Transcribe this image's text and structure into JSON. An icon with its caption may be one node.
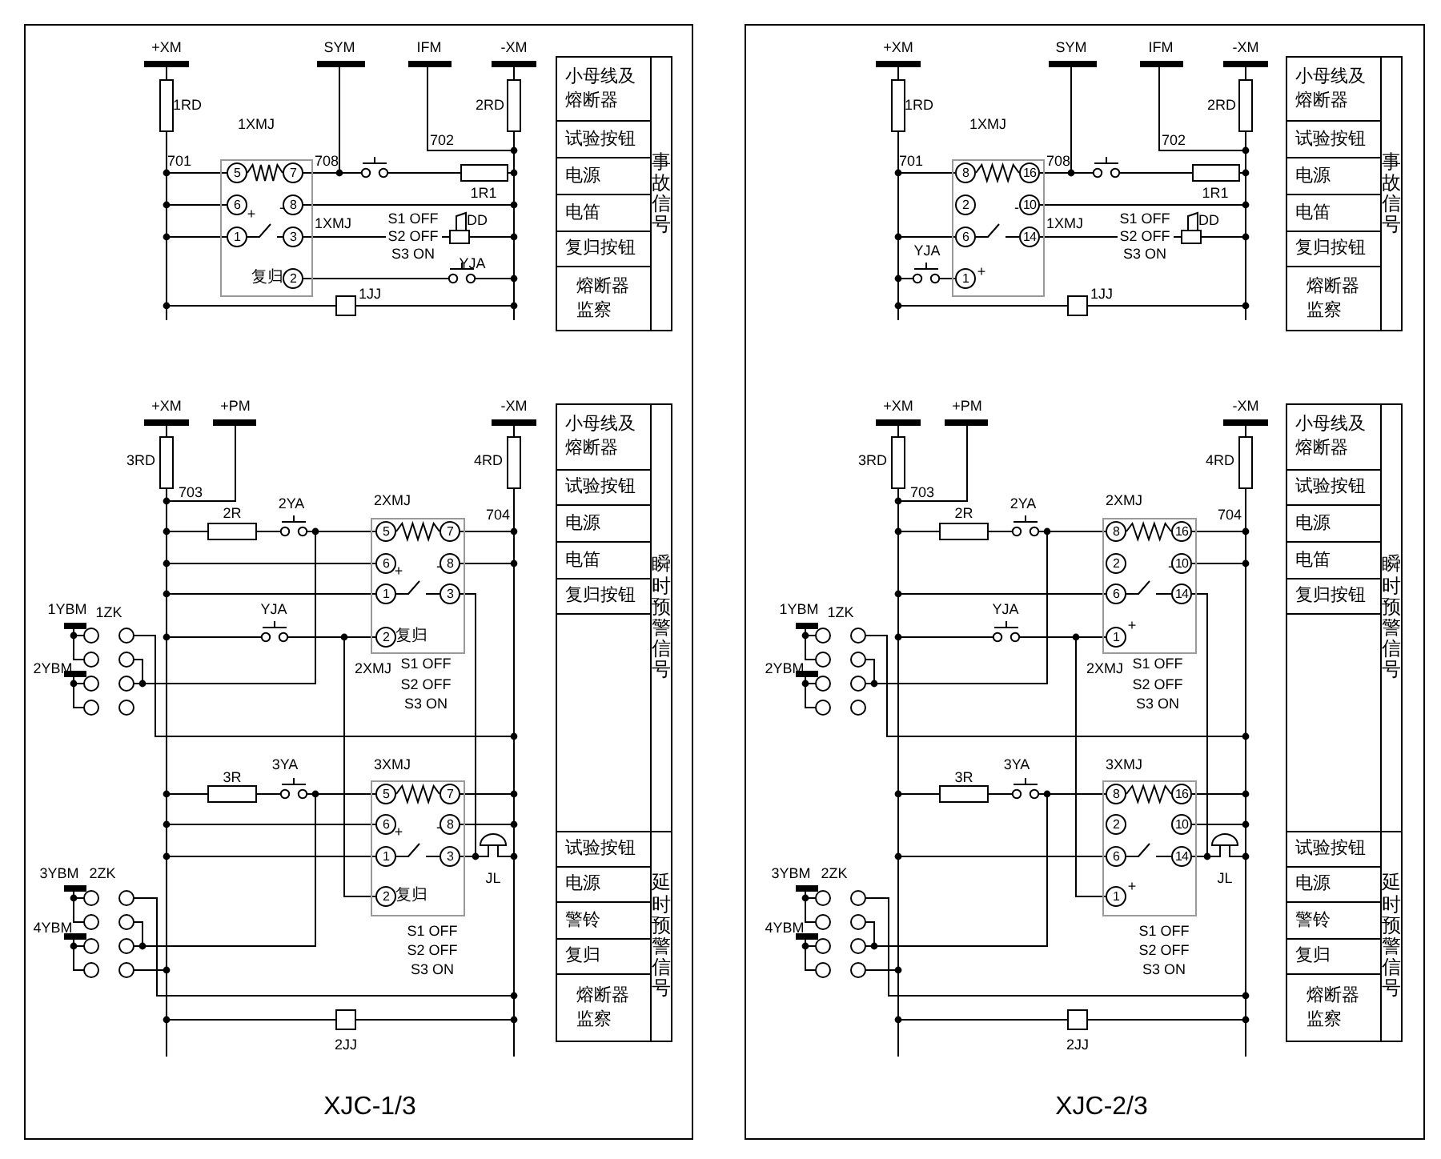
{
  "diagram": {
    "nodes": [
      {
        "text": [
          "XJC-1/3"
        ]
      },
      {
        "text": [
          "小母线及熔断器"
        ],
        "in": 0
      },
      {
        "text": [
          "试验按钮"
        ],
        "in": 0
      },
      {
        "text": [
          "电源"
        ],
        "in": 0
      },
      {
        "text": [
          "电笛"
        ],
        "in": 0
      },
      {
        "text": [
          "复归按钮"
        ],
        "in": 0
      },
      {
        "text": [
          "熔断器监察"
        ],
        "in": 0
      },
      {
        "text": [
          "事故信号"
        ],
        "in": 0
      },
      {
        "text": [
          "小母线及熔断器"
        ],
        "in": 0
      },
      {
        "text": [
          "试验按钮"
        ],
        "in": 0
      },
      {
        "text": [
          "电源"
        ],
        "in": 0
      },
      {
        "text": [
          "电笛"
        ],
        "in": 0
      },
      {
        "text": [
          "复归按钮"
        ],
        "in": 0
      },
      {
        "text": [],
        "shape": "box",
        "in": 0
      },
      {
        "text": [
          "瞬时预警信号"
        ],
        "in": 0
      },
      {
        "text": [
          "试验按钮"
        ],
        "in": 0
      },
      {
        "text": [
          "电源"
        ],
        "in": 0
      },
      {
        "text": [
          "警铃"
        ],
        "in": 0
      },
      {
        "text": [
          "复归"
        ],
        "in": 0
      },
      {
        "text": [
          "熔断器监察"
        ],
        "in": 0
      },
      {
        "text": [
          "延时预警信号"
        ],
        "in": 0
      },
      {
        "text": [
          "XJC-2/3"
        ]
      },
      {
        "text": [
          "小母线及熔断器"
        ],
        "in": 21
      },
      {
        "text": [
          "试验按钮"
        ],
        "in": 21
      },
      {
        "text": [
          "电源"
        ],
        "in": 21
      },
      {
        "text": [
          "电笛"
        ],
        "in": 21
      },
      {
        "text": [
          "复归按钮"
        ],
        "in": 21
      },
      {
        "text": [
          "熔断器监察"
        ],
        "in": 21
      },
      {
        "text": [
          "事故信号"
        ],
        "in": 21
      },
      {
        "text": [
          "小母线及熔断器"
        ],
        "in": 21
      },
      {
        "text": [
          "试验按钮"
        ],
        "in": 21
      },
      {
        "text": [
          "电源"
        ],
        "in": 21
      },
      {
        "text": [
          "电笛"
        ],
        "in": 21
      },
      {
        "text": [
          "复归按钮"
        ],
        "in": 21
      },
      {
        "text": [],
        "shape": "box",
        "in": 21
      },
      {
        "text": [
          "瞬时预警信号"
        ],
        "in": 21
      },
      {
        "text": [
          "试验按钮"
        ],
        "in": 21
      },
      {
        "text": [
          "电源"
        ],
        "in": 21
      },
      {
        "text": [
          "警铃"
        ],
        "in": 21
      },
      {
        "text": [
          "复归"
        ],
        "in": 21
      },
      {
        "text": [
          "熔断器监察"
        ],
        "in": 21
      },
      {
        "text": [
          "延时预警信号"
        ],
        "in": 21
      }
    ],
    "labels": [
      "+XM",
      "SYM",
      "IFM",
      "-XM",
      "1RD",
      "2RD",
      "1XMJ",
      "702",
      "701",
      "5",
      "7",
      "708",
      "1R1",
      "6",
      "+",
      "-",
      "8",
      "1",
      "3",
      "1XMJ",
      "S1 OFF",
      "S2 OFF",
      "S3 ON",
      "DD",
      "YJA",
      "复归",
      "2",
      "1JJ",
      "+XM",
      "+PM",
      "-XM",
      "3RD",
      "4RD",
      "703",
      "2YA",
      "2XMJ",
      "2R",
      "704",
      "5",
      "7",
      "6",
      "+",
      "-",
      "8",
      "1",
      "3",
      "1YBM",
      "1ZK",
      "YJA",
      "2",
      "复归",
      "2YBM",
      "2XMJ",
      "S1 OFF",
      "S2 OFF",
      "S3 ON",
      "3YA",
      "3XMJ",
      "3R",
      "5",
      "7",
      "6",
      "+",
      "-",
      "8",
      "1",
      "3",
      "3YBM",
      "2ZK",
      "JL",
      "2",
      "复归",
      "4YBM",
      "S1 OFF",
      "S2 OFF",
      "S3 ON",
      "2JJ",
      "+XM",
      "SYM",
      "IFM",
      "-XM",
      "1RD",
      "2RD",
      "1XMJ",
      "702",
      "701",
      "8",
      "16",
      "708",
      "1R1",
      "2",
      "-",
      "10",
      "6",
      "14",
      "1XMJ",
      "S1 OFF",
      "S2 OFF",
      "S3 ON",
      "DD",
      "YJA",
      "1",
      "+",
      "1JJ",
      "+XM",
      "+PM",
      "-XM",
      "3RD",
      "4RD",
      "703",
      "2YA",
      "2XMJ",
      "2R",
      "704",
      "8",
      "16",
      "2",
      "-",
      "10",
      "6",
      "14",
      "1YBM",
      "1ZK",
      "YJA",
      "1",
      "+",
      "2YBM",
      "2XMJ",
      "S1 OFF",
      "S2 OFF",
      "S3 ON",
      "3YA",
      "3XMJ",
      "3R",
      "8",
      "16",
      "2",
      "10",
      "6",
      "14",
      "3YBM",
      "2ZK",
      "JL",
      "1",
      "+",
      "4YBM",
      "S1 OFF",
      "S2 OFF",
      "S3 ON",
      "2JJ"
    ]
  }
}
